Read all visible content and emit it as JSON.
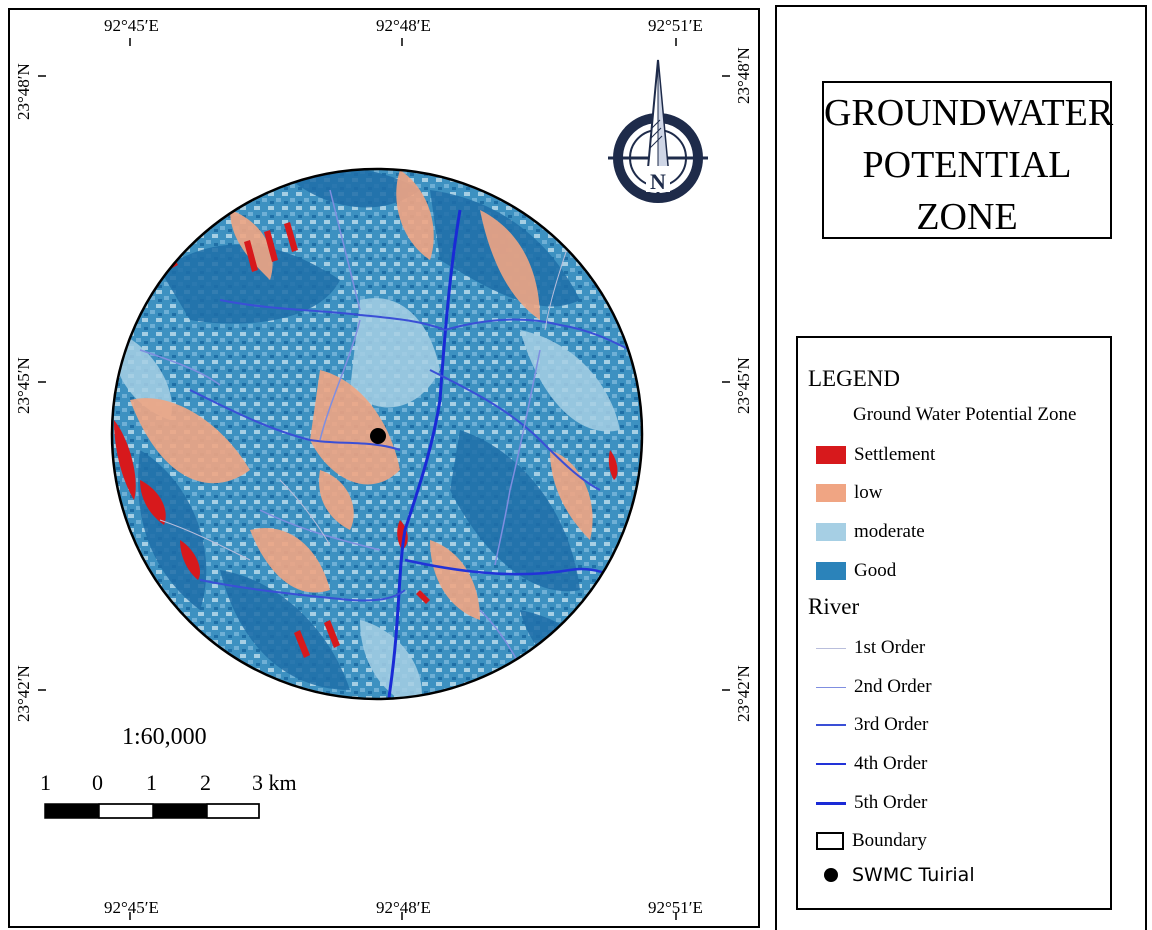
{
  "map": {
    "top_ticks": [
      "92°45′E",
      "92°48′E",
      "92°51′E"
    ],
    "bottom_ticks": [
      "92°45′E",
      "92°48′E",
      "92°51′E"
    ],
    "left_ticks": [
      "23°48′N",
      "23°45′N",
      "23°42′N"
    ],
    "right_ticks": [
      "23°48′N",
      "23°45′N",
      "23°42′N"
    ],
    "north_label": "N",
    "scale_ratio": "1:60,000",
    "scale_labels": [
      "1",
      "0",
      "1",
      "2",
      "3 km"
    ]
  },
  "title": {
    "lines": [
      "GROUNDWATER",
      "POTENTIAL",
      "ZONE"
    ]
  },
  "legend": {
    "heading": "LEGEND",
    "zone_heading": "Ground Water Potential Zone",
    "zones": [
      {
        "label": "Settlement",
        "color": "#d7191c"
      },
      {
        "label": "low",
        "color": "#f0a583"
      },
      {
        "label": "moderate",
        "color": "#a6cfe4"
      },
      {
        "label": "Good",
        "color": "#2b83ba"
      }
    ],
    "river_heading": "River",
    "rivers": [
      {
        "label": "1st Order",
        "color": "#b9bedc"
      },
      {
        "label": "2nd Order",
        "color": "#7f8ee0"
      },
      {
        "label": "3rd Order",
        "color": "#3a4fd6"
      },
      {
        "label": "4th Order",
        "color": "#2233d8"
      },
      {
        "label": "5th Order",
        "color": "#1a2ad6"
      }
    ],
    "boundary_label": "Boundary",
    "point_label": "SWMC Tuirial"
  }
}
